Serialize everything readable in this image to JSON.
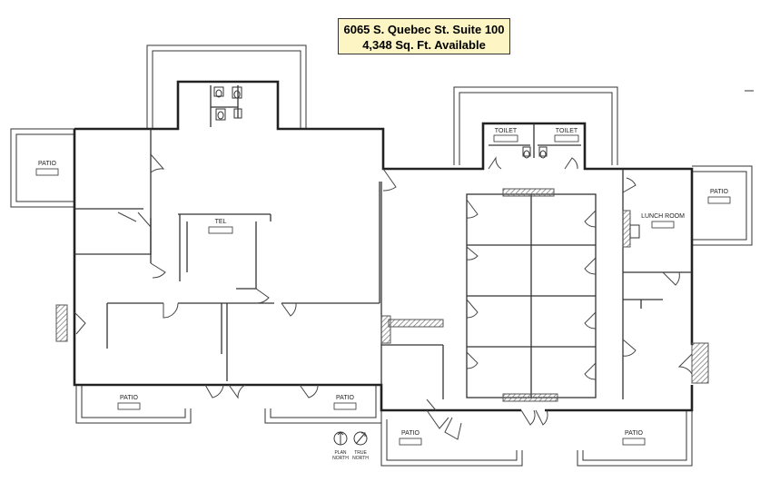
{
  "title": {
    "line1": "6065 S. Quebec St. Suite 100",
    "line2": "4,348 Sq. Ft. Available"
  },
  "labels": {
    "patio": "PATIO",
    "toilet": "TOILET",
    "tel": "TEL",
    "lunch_room": "LUNCH ROOM"
  },
  "compass": {
    "plan": "PLAN",
    "true": "TRUE",
    "north": "NORTH"
  },
  "colors": {
    "wall": "#222222",
    "title_fill": "#fdf6c4",
    "hatch": "#777777"
  }
}
